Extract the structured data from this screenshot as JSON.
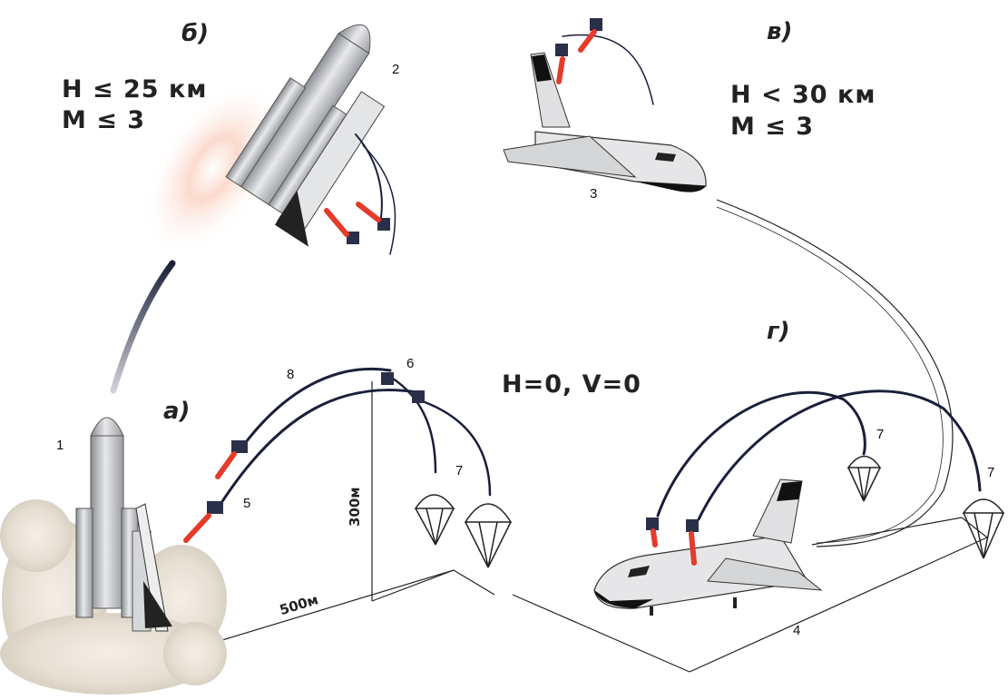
{
  "panels": {
    "a": "а)",
    "b": "б)",
    "v": "в)",
    "g": "г)"
  },
  "conditions": {
    "b_line1": "H ≤ 25 км",
    "b_line2": "M ≤ 3",
    "v_line1": "H < 30 км",
    "v_line2": "M ≤ 3",
    "ground": "H=0, V=0"
  },
  "callouts": {
    "n1": "1",
    "n2": "2",
    "n3": "3",
    "n4": "4",
    "n5": "5",
    "n6": "6",
    "n7a": "7",
    "n7b": "7",
    "n7c": "7",
    "n8": "8"
  },
  "dimensions": {
    "height": "300м",
    "distance": "500м"
  }
}
